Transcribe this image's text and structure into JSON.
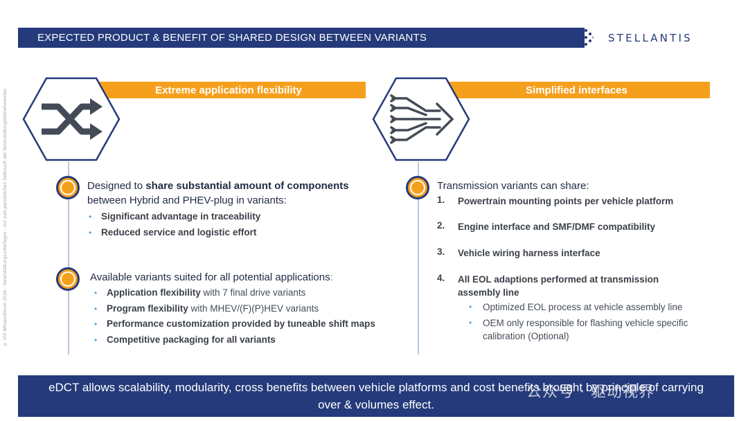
{
  "side_note": "© VDI Wissensforum 2024 – Veranstaltungsunterlagen – nur zum persönlichen Gebrauch der Veranstaltungsteilnehmenden",
  "header": {
    "title": "EXPECTED PRODUCT & BENEFIT OF SHARED DESIGN BETWEEN VARIANTS",
    "logo": "STELLANTIS"
  },
  "left_panel": {
    "icon": "shuffle-icon",
    "band_label": "Extreme application flexibility",
    "block1": {
      "pre": "Designed to ",
      "bold": "share substantial amount of components",
      "post": " between Hybrid and PHEV-plug in variants:",
      "items": [
        "Significant advantage in traceability",
        "Reduced service and logistic effort"
      ]
    },
    "block2": {
      "heading": "Available variants suited for all potential applications",
      "heading_suffix": ":",
      "items": [
        {
          "bold": "Application flexibility",
          "rest": " with 7 final drive variants"
        },
        {
          "bold": "Program flexibility",
          "rest": " with MHEV/(F)(P)HEV variants"
        },
        {
          "bold": "Performance customization provided by tuneable shift maps",
          "rest": ""
        },
        {
          "bold": "Competitive packaging for all variants",
          "rest": ""
        }
      ]
    }
  },
  "right_panel": {
    "icon": "merge-arrows-icon",
    "band_label": "Simplified interfaces",
    "heading": "Transmission variants can share:",
    "items": [
      {
        "num": "1.",
        "text": "Powertrain mounting points per vehicle platform"
      },
      {
        "num": "2.",
        "text": "Engine interface and SMF/DMF compatibility"
      },
      {
        "num": "3.",
        "text": "Vehicle wiring harness interface"
      },
      {
        "num": "4.",
        "text": "All EOL adaptions performed at transmission assembly line"
      }
    ],
    "sub_items": [
      "Optimized EOL process at vehicle assembly line",
      "OEM only responsible for flashing vehicle specific calibration (Optional)"
    ]
  },
  "footer": {
    "text": "eDCT allows scalability, modularity, cross benefits between vehicle platforms and cost benefits brought by principle of carrying over & volumes effect.",
    "watermark": "公众号 · 驱动视界"
  },
  "colors": {
    "navy": "#243a7a",
    "orange": "#f5a01d",
    "line": "#b7c8d8"
  }
}
